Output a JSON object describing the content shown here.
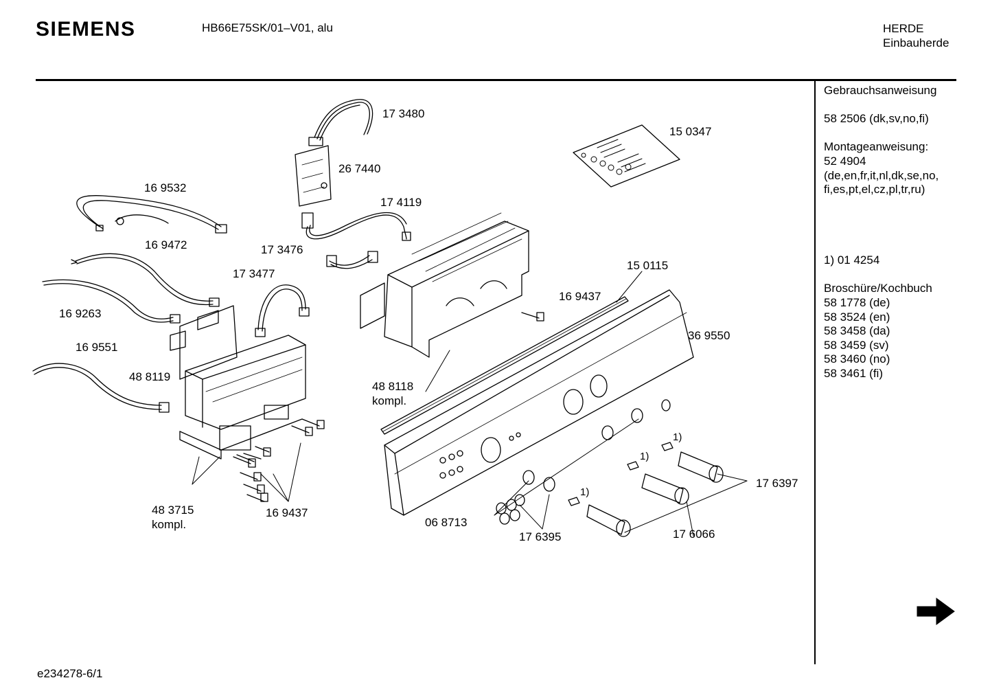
{
  "header": {
    "brand": "SIEMENS",
    "model": "HB66E75SK/01–V01, alu",
    "category_line1": "HERDE",
    "category_line2": "Einbauherde"
  },
  "sidebar": {
    "lines": [
      "Gebrauchsanweisung",
      "",
      "58 2506 (dk,sv,no,fi)",
      "",
      "Montageanweisung:",
      "52 4904",
      "(de,en,fr,it,nl,dk,se,no,",
      "fi,es,pt,el,cz,pl,tr,ru)",
      "",
      "",
      "",
      "",
      "1)  01 4254",
      "",
      "Broschüre/Kochbuch",
      "58 1778 (de)",
      "58 3524 (en)",
      "58 3458 (da)",
      "58 3459 (sv)",
      "58 3460 (no)",
      "58 3461 (fi)"
    ]
  },
  "parts": {
    "p173480": "17 3480",
    "p267440": "26 7440",
    "p150347": "15 0347",
    "p169532": "16 9532",
    "p174119": "17 4119",
    "p169472": "16 9472",
    "p173476": "17 3476",
    "p173477": "17 3477",
    "p150115": "15 0115",
    "p169263": "16 9263",
    "p169437a": "16 9437",
    "p369550": "36 9550",
    "p169551": "16 9551",
    "p488119": "48 8119",
    "p488118": "48 8118",
    "p488118b": "kompl.",
    "p176397": "17 6397",
    "p483715": "48 3715",
    "p483715b": "kompl.",
    "p169437b": "16 9437",
    "p068713": "06 8713",
    "p176395": "17 6395",
    "p176066": "17 6066",
    "fn1a": "1)",
    "fn1b": "1)",
    "fn1c": "1)"
  },
  "footer": {
    "doc_id": "e234278-6/1"
  },
  "icons": {
    "next_arrow": "right-arrow-icon"
  }
}
